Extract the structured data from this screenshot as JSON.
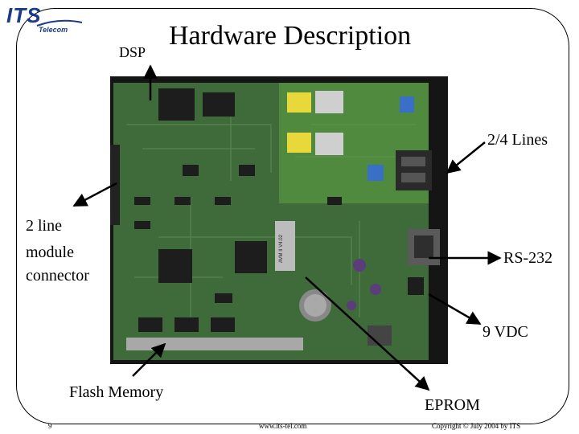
{
  "logo": {
    "brand": "ITS",
    "sub": "Telecom"
  },
  "title": "Hardware Description",
  "labels": {
    "dsp": "DSP",
    "lines": "2/4 Lines",
    "module_l1": "2 line",
    "module_l2": "module",
    "module_l3": "connector",
    "rs232": "RS-232",
    "vdc": "9 VDC",
    "flash": "Flash Memory",
    "eprom": "EPROM"
  },
  "footer": {
    "page": "9",
    "url": "www.its-tel.com",
    "copyright": "Copyright © July 2004 by ITS"
  },
  "colors": {
    "board": "#3f6b3a",
    "board_dark": "#2b4a2a",
    "backdrop": "#151515",
    "chip": "#1d1d1d",
    "logo": "#1c3a8a"
  },
  "chip_text": {
    "eprom_chip": "AVM II V4.02"
  }
}
